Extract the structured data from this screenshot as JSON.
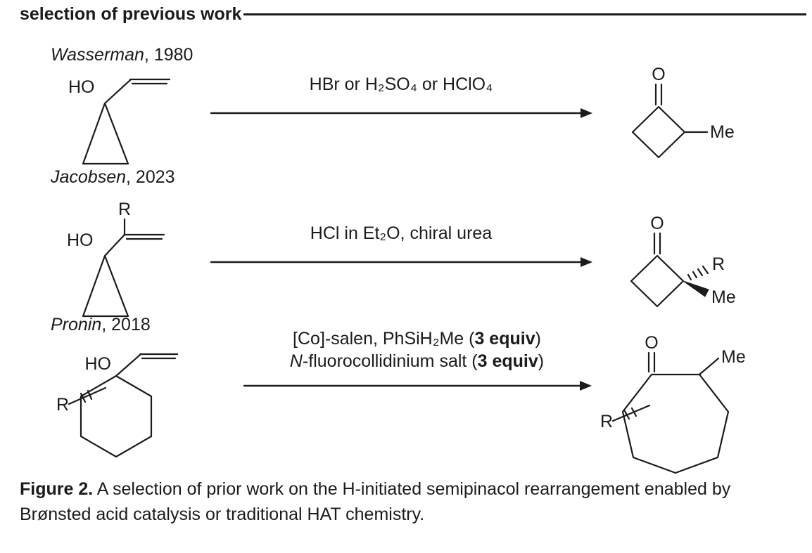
{
  "figure": {
    "section_title": "selection of previous work",
    "caption_label": "Figure 2.",
    "caption_text": " A selection of prior work on the H-initiated semipinacol rearrangement enabled by Brønsted acid catalysis or traditional HAT chemistry.",
    "ink_color": "#1b1b1b"
  },
  "atoms": {
    "ho": "HO",
    "o": "O",
    "me": "Me",
    "r": "R"
  },
  "entries": [
    {
      "author": "Wasserman",
      "year": ", 1980",
      "reagents": "HBr or H₂SO₄ or HClO₄"
    },
    {
      "author": "Jacobsen",
      "year": ", 2023",
      "reagents": "HCl in Et₂O, chiral urea"
    },
    {
      "author": "Pronin",
      "year": ", 2018",
      "reagents_line1_pre": "[Co]-salen, PhSiH₂Me (",
      "reagents_line1_bold": "3 equiv",
      "reagents_line1_post": ")",
      "reagents_line2_italic": "N",
      "reagents_line2_pre": "-fluorocollidinium salt (",
      "reagents_line2_bold": "3 equiv",
      "reagents_line2_post": ")"
    }
  ]
}
